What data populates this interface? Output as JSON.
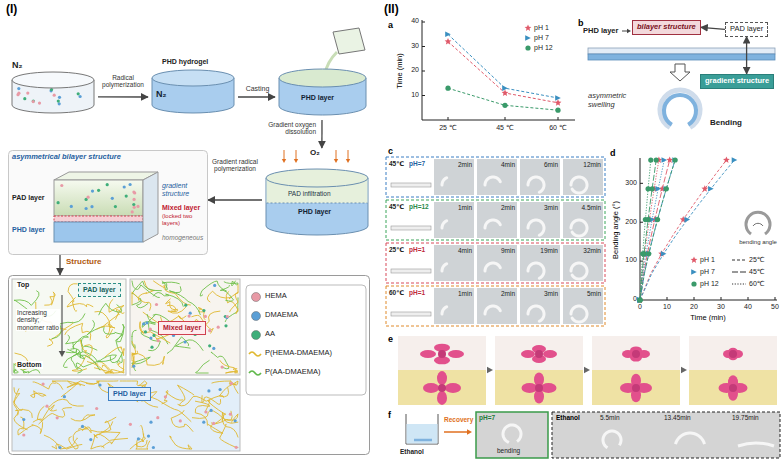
{
  "diagram": {
    "nodes": [
      {
        "text": [
          "N₂"
        ]
      },
      {
        "text": [
          "PHD hydrogel",
          "N₂"
        ]
      },
      {
        "text": [
          "PHD layer"
        ]
      },
      {
        "text": [
          "O₂",
          "PAD infiltration",
          "PHD layer"
        ]
      },
      {
        "text": [
          "asymmetrical bilayer structure",
          "gradient structure",
          "homogeneous",
          "PAD layer",
          "PHD layer",
          "Mixed layer",
          "(locked two layers)"
        ]
      },
      {
        "text": [
          "Top",
          "Bottom",
          "Increasing density; monomer ratio"
        ]
      },
      {
        "text": [
          "PAD layer"
        ],
        "in": 5
      },
      {
        "text": [
          "Mixed layer"
        ],
        "in": 5
      },
      {
        "text": [
          "PHD layer"
        ],
        "in": 5
      },
      {
        "text": [
          "bilayer structure"
        ]
      },
      {
        "text": [
          "PAD layer"
        ]
      },
      {
        "text": [
          "gradient structure"
        ]
      }
    ],
    "edges": [
      {
        "from": 0,
        "to": 1,
        "label": "Radical polymerization",
        "arrow": "to"
      },
      {
        "from": 1,
        "to": 2,
        "label": "Casting",
        "arrow": "to"
      },
      {
        "from": 2,
        "to": 3,
        "label": "Gradient oxygen dissolution",
        "arrow": "to"
      },
      {
        "from": 3,
        "to": 4,
        "label": "Gradient radical polymerization",
        "arrow": "to"
      },
      {
        "from": 4,
        "to": 5,
        "label": "Structure",
        "arrow": "to"
      },
      {
        "from": 10,
        "to": 9,
        "arrow": "to"
      },
      {
        "from": 10,
        "to": 11,
        "arrow": "both"
      }
    ],
    "labels": [
      "(I)",
      "(II)",
      "a",
      "40",
      "30",
      "20",
      "10",
      "Time (min)",
      "25 ℃",
      "45 ℃",
      "60 ℃",
      "b",
      "PHD layer",
      "asymmetric swelling",
      "Bending",
      "c",
      "45℃",
      "pH=7",
      "2min",
      "4min",
      "6min",
      "12min",
      "45℃",
      "pH=12",
      "1min",
      "2min",
      "3min",
      "4.5min",
      "25℃",
      "pH=1",
      "4min",
      "9min",
      "19min",
      "32min",
      "60℃",
      "pH=1",
      "1min",
      "2min",
      "3min",
      "5min",
      "d",
      "Bending angle (°)",
      "300",
      "200",
      "100",
      "0",
      "0",
      "10",
      "20",
      "30",
      "40",
      "50",
      "Time (min)",
      "bending angle",
      "e",
      "f",
      "Ethanol",
      "Recovery",
      "pH=7",
      "bending",
      "Ethanol",
      "5.5min",
      "13.45min",
      "19.75min"
    ],
    "legend": [
      {
        "text": "HEMA",
        "color": "#e89aa6"
      },
      {
        "text": "DMAEMA",
        "color": "#5b9fd6"
      },
      {
        "text": "AA",
        "color": "#3fae7a"
      },
      {
        "text": "P(HEMA-DMAEMA)"
      },
      {
        "text": "P(AA-DMAEMA)"
      },
      {
        "text": "pH 1"
      },
      {
        "text": "pH 7"
      },
      {
        "text": "pH 12"
      },
      {
        "text": "pH 1"
      },
      {
        "text": "25℃"
      },
      {
        "text": "pH 7"
      },
      {
        "text": "45℃"
      },
      {
        "text": "pH 12"
      },
      {
        "text": "60℃"
      }
    ]
  }
}
